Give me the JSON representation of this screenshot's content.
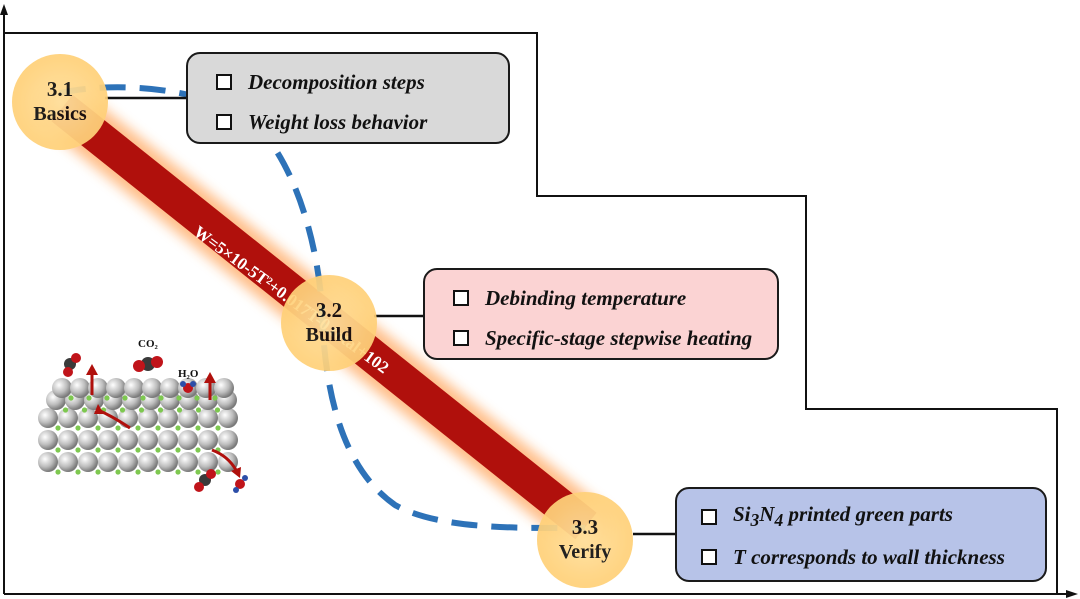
{
  "stages": [
    {
      "number": "3.1",
      "label": "Basics",
      "items": [
        "Decomposition steps",
        "Weight loss behavior"
      ]
    },
    {
      "number": "3.2",
      "label": "Build",
      "items": [
        "Debinding temperature",
        "Specific-stage stepwise heating"
      ]
    },
    {
      "number": "3.3",
      "label": "Verify",
      "items": [
        "T corresponds to wall thickness"
      ]
    }
  ],
  "verify_first_item": {
    "prefix": "Si",
    "sub1": "3",
    "mid": "N",
    "sub2": "4",
    "suffix": " printed green parts"
  },
  "formula": "W=5×10-5T²+0.017T-0.total+102",
  "molecules": {
    "co2": "CO₂",
    "h2o": "H₂O"
  },
  "colors": {
    "box_basics": "#d9d9d9",
    "box_build": "#fbd3d3",
    "box_verify": "#b7c3e8",
    "node": "#ffd27c",
    "bar": "#b0100c",
    "dashed_curve": "#2d72b8"
  }
}
